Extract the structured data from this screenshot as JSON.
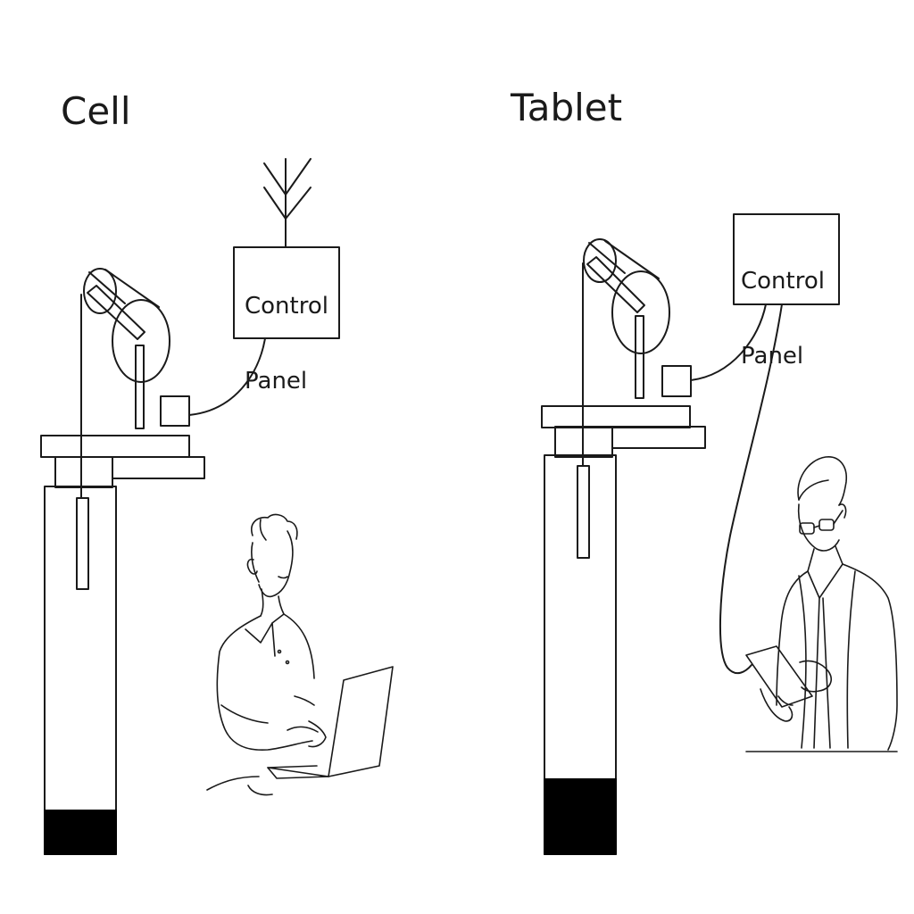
{
  "panels": [
    {
      "title": "Cell",
      "control_panel": {
        "line1": "Control",
        "line2": "Panel"
      },
      "user_device": "laptop",
      "link": "antenna-wireless"
    },
    {
      "title": "Tablet",
      "control_panel": {
        "line1": "Control",
        "line2": "Panel"
      },
      "user_device": "tablet",
      "link": "cable"
    }
  ],
  "colors": {
    "stroke": "#1a1a1a",
    "fill_dark": "#000000",
    "background": "#ffffff"
  }
}
